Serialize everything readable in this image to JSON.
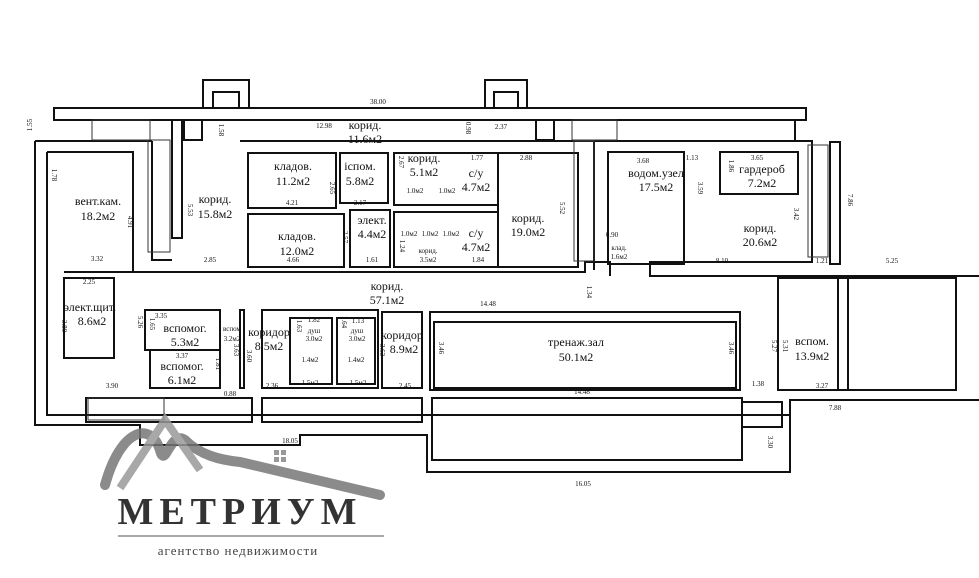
{
  "rooms": [
    {
      "name": "корид.",
      "area": "11.6м2"
    },
    {
      "name": "кладов.",
      "area": "11.2м2"
    },
    {
      "name": "іспом.",
      "area": "5.8м2"
    },
    {
      "name": "корид.",
      "area": "5.1м2"
    },
    {
      "name": "с/у",
      "area": "4.7м2"
    },
    {
      "name": "корид.",
      "area": "15.8м2"
    },
    {
      "name": "вент.кам.",
      "area": "18.2м2"
    },
    {
      "name": "кладов.",
      "area": "12.0м2"
    },
    {
      "name": "элект.",
      "area": "4.4м2"
    },
    {
      "name": "корид.",
      "area": "3.5м2"
    },
    {
      "name": "с/у",
      "area": "4.7м2"
    },
    {
      "name": "корид.",
      "area": "19.0м2"
    },
    {
      "name": "водом.узел",
      "area": "17.5м2"
    },
    {
      "name": "гардероб",
      "area": "7.2м2"
    },
    {
      "name": "корид.",
      "area": "20.6м2"
    },
    {
      "name": "клад.",
      "area": "1.6м2"
    },
    {
      "name": "корид.",
      "area": "57.1м2"
    },
    {
      "name": "элект.щит.",
      "area": "8.6м2"
    },
    {
      "name": "вспомог.",
      "area": "5.3м2"
    },
    {
      "name": "вспом",
      "area": "3.2м2"
    },
    {
      "name": "коридор",
      "area": "8.5м2"
    },
    {
      "name": "душ",
      "area": "3.0м2"
    },
    {
      "name": "душ",
      "area": "3.0м2"
    },
    {
      "name": "коридор",
      "area": "8.9м2"
    },
    {
      "name": "вспомог.",
      "area": "6.1м2"
    },
    {
      "name": "тренаж.зал",
      "area": "50.1м2"
    },
    {
      "name": "вспом.",
      "area": "13.9м2"
    }
  ],
  "small_areas": [
    "1.0м2",
    "1.0м2",
    "1.0м2",
    "1.0м2",
    "1.0м2",
    "1.4м2",
    "1.4м2",
    "1.5м2",
    "1.5м2"
  ],
  "dimensions": [
    "38.00",
    "12.98",
    "1.55",
    "1.58",
    "0.98",
    "2.37",
    "2.88",
    "1.77",
    "5.53",
    "4.21",
    "2.17",
    "2.65",
    "2.67",
    "2.57",
    "3.32",
    "2.85",
    "4.66",
    "1.61",
    "1.24",
    "1.84",
    "5.52",
    "3.68",
    "1.13",
    "3.65",
    "3.59",
    "1.86",
    "3.42",
    "7.86",
    "0.90",
    "8.10",
    "1.21",
    "5.25",
    "2.25",
    "3.80",
    "5.26",
    "3.35",
    "1.65",
    "3.37",
    "1.81",
    "3.63",
    "3.60",
    "3.90",
    "0.88",
    "2.36",
    "2.45",
    "1.82",
    "1.63",
    "1.64",
    "1.13",
    "3.63",
    "14.48",
    "1.34",
    "3.46",
    "3.46",
    "14.48",
    "5.27",
    "5.31",
    "1.38",
    "3.27",
    "7.88",
    "3.30",
    "16.05",
    "18.05",
    "4.91",
    "1.78"
  ],
  "logo": {
    "name": "МЕТРИУМ",
    "tagline": "агентство недвижимости",
    "color": "#333333"
  }
}
